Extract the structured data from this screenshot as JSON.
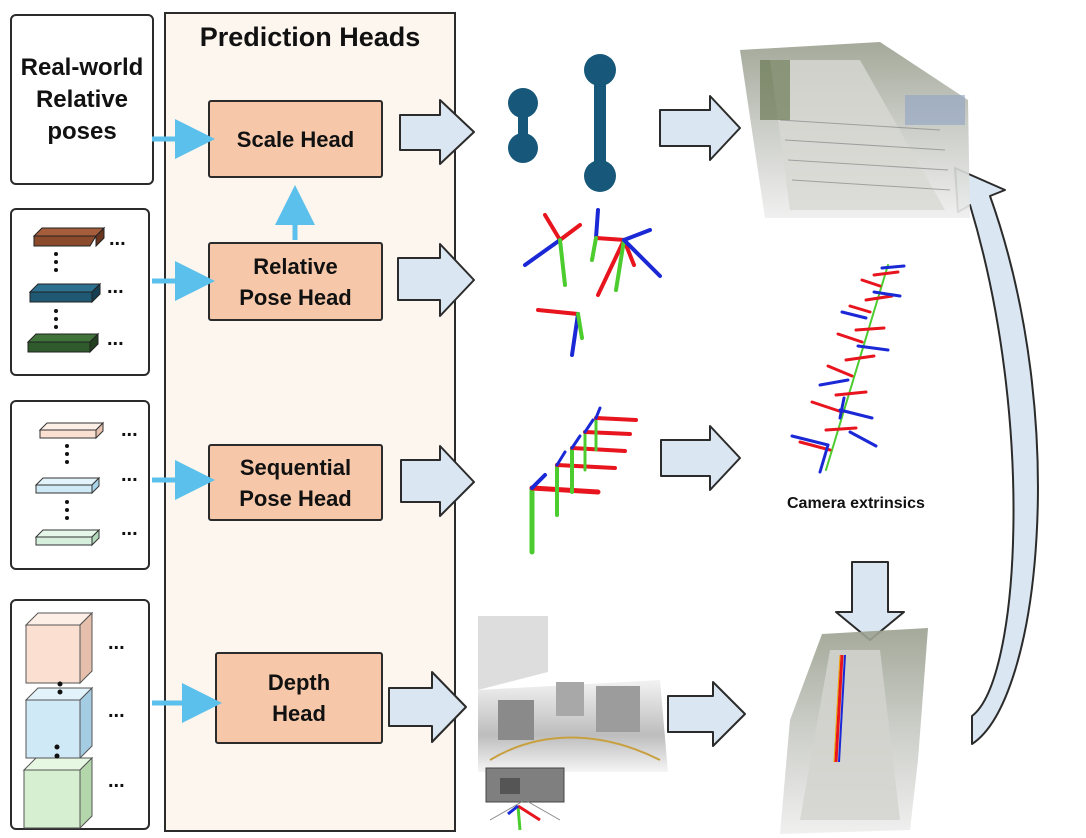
{
  "panel_title": "Prediction Heads",
  "inputs": {
    "realworld_text": "Real-world\nRelative\nposes",
    "ellipsis": "..."
  },
  "heads": [
    {
      "id": "scale",
      "label": "Scale Head"
    },
    {
      "id": "relative",
      "label": "Relative\nPose Head"
    },
    {
      "id": "sequential",
      "label": "Sequential\nPose Head"
    },
    {
      "id": "depth",
      "label": "Depth\nHead"
    }
  ],
  "outputs": {
    "extrinsics_caption": "Camera extrinsics"
  },
  "colors": {
    "panel_bg": "#fdf6ef",
    "head_fill": "#f6c8a9",
    "arrow_blue": "#5bc0eb",
    "big_arrow_fill": "#dae6f2",
    "dumbbell": "#17587a",
    "axis_x": "#e8141e",
    "axis_y": "#4ccc2e",
    "axis_z": "#1a28d6",
    "feature_brown": "#8b4a2b",
    "feature_teal": "#1f5873",
    "feature_green": "#2f5a2c"
  }
}
